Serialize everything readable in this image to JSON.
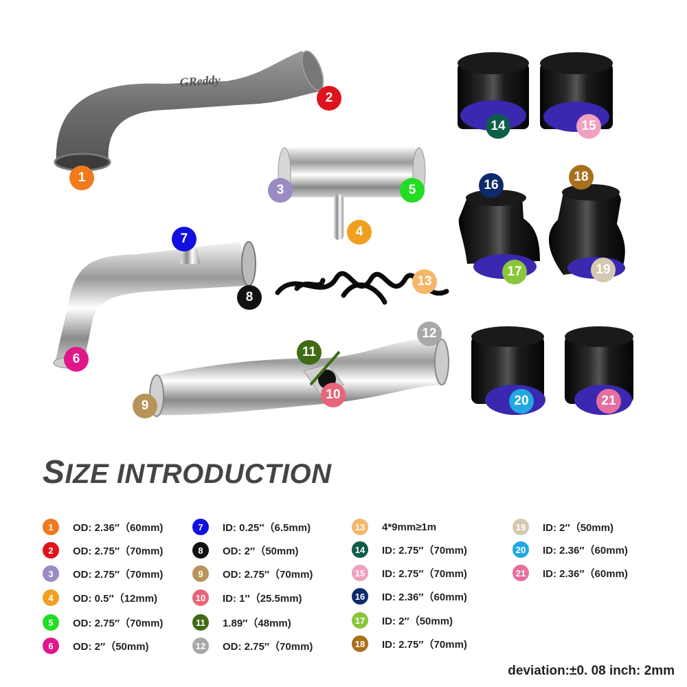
{
  "title_first": "S",
  "title_rest": "IZE INTRODUCTION",
  "deviation": "deviation:±0. 08 inch: 2mm",
  "brand_text": "GReddy",
  "colors": {
    "1": "#f07a1c",
    "2": "#e0121b",
    "3": "#9b8ac4",
    "4": "#f0a020",
    "5": "#22dd22",
    "6": "#e0168a",
    "7": "#1010e0",
    "8": "#111111",
    "9": "#b8935a",
    "10": "#e8657a",
    "11": "#3e6b14",
    "12": "#a8a8a8",
    "13": "#f6b66a",
    "14": "#0e5c4a",
    "15": "#f0a0c0",
    "16": "#0d2a6c",
    "17": "#8ac63a",
    "18": "#a8701c",
    "19": "#d6c8b0",
    "20": "#22a8e0",
    "21": "#e66fa0"
  },
  "badges": [
    "1",
    "2",
    "3",
    "4",
    "5",
    "6",
    "7",
    "8",
    "9",
    "10",
    "11",
    "12",
    "13",
    "14",
    "15",
    "16",
    "17",
    "18",
    "19",
    "20",
    "21"
  ],
  "sizes": [
    {
      "num": "1",
      "text": "OD: 2.36″（60mm)"
    },
    {
      "num": "2",
      "text": "OD: 2.75″（70mm)"
    },
    {
      "num": "3",
      "text": "OD: 2.75″（70mm)"
    },
    {
      "num": "4",
      "text": "OD: 0.5″（12mm)"
    },
    {
      "num": "5",
      "text": "OD: 2.75″（70mm)"
    },
    {
      "num": "6",
      "text": "OD: 2″（50mm)"
    },
    {
      "num": "7",
      "text": "ID: 0.25″（6.5mm)"
    },
    {
      "num": "8",
      "text": "OD: 2″（50mm)"
    },
    {
      "num": "9",
      "text": "OD: 2.75″（70mm)"
    },
    {
      "num": "10",
      "text": "ID: 1″（25.5mm)"
    },
    {
      "num": "11",
      "text": "1.89″（48mm)"
    },
    {
      "num": "12",
      "text": "OD: 2.75″（70mm)"
    },
    {
      "num": "13",
      "text": "4*9mm≥1m"
    },
    {
      "num": "14",
      "text": "ID: 2.75″（70mm)"
    },
    {
      "num": "15",
      "text": "ID: 2.75″（70mm)"
    },
    {
      "num": "16",
      "text": "ID: 2.36″（60mm)"
    },
    {
      "num": "17",
      "text": "ID: 2″（50mm)"
    },
    {
      "num": "18",
      "text": "ID: 2.75″（70mm)"
    },
    {
      "num": "19",
      "text": "ID: 2″（50mm)"
    },
    {
      "num": "20",
      "text": "ID: 2.36″（60mm)"
    },
    {
      "num": "21",
      "text": "ID: 2.36″（60mm)"
    }
  ]
}
